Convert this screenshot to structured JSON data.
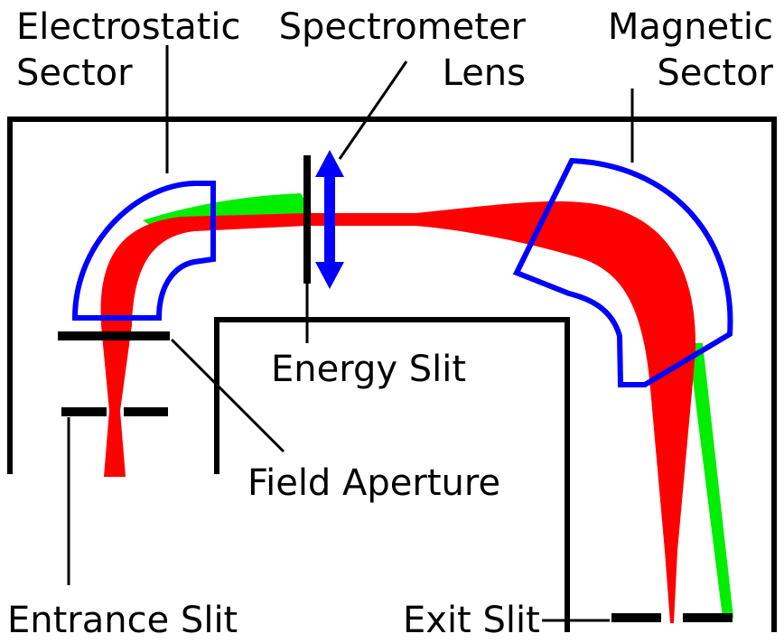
{
  "labels": {
    "electrostatic_sector_line1": "Electrostatic",
    "electrostatic_sector_line2": "Sector",
    "spectrometer_lens_line1": "Spectrometer",
    "spectrometer_lens_line2": "Lens",
    "magnetic_sector_line1": "Magnetic",
    "magnetic_sector_line2": "Sector",
    "energy_slit": "Energy Slit",
    "field_aperture": "Field Aperture",
    "entrance_slit": "Entrance Slit",
    "exit_slit": "Exit Slit"
  },
  "colors": {
    "structure": "#000000",
    "sector_outline": "#0000ff",
    "lens_arrow": "#0000ff",
    "beam_primary": "#ff0000",
    "beam_secondary": "#00ee00",
    "background": "#ffffff"
  }
}
